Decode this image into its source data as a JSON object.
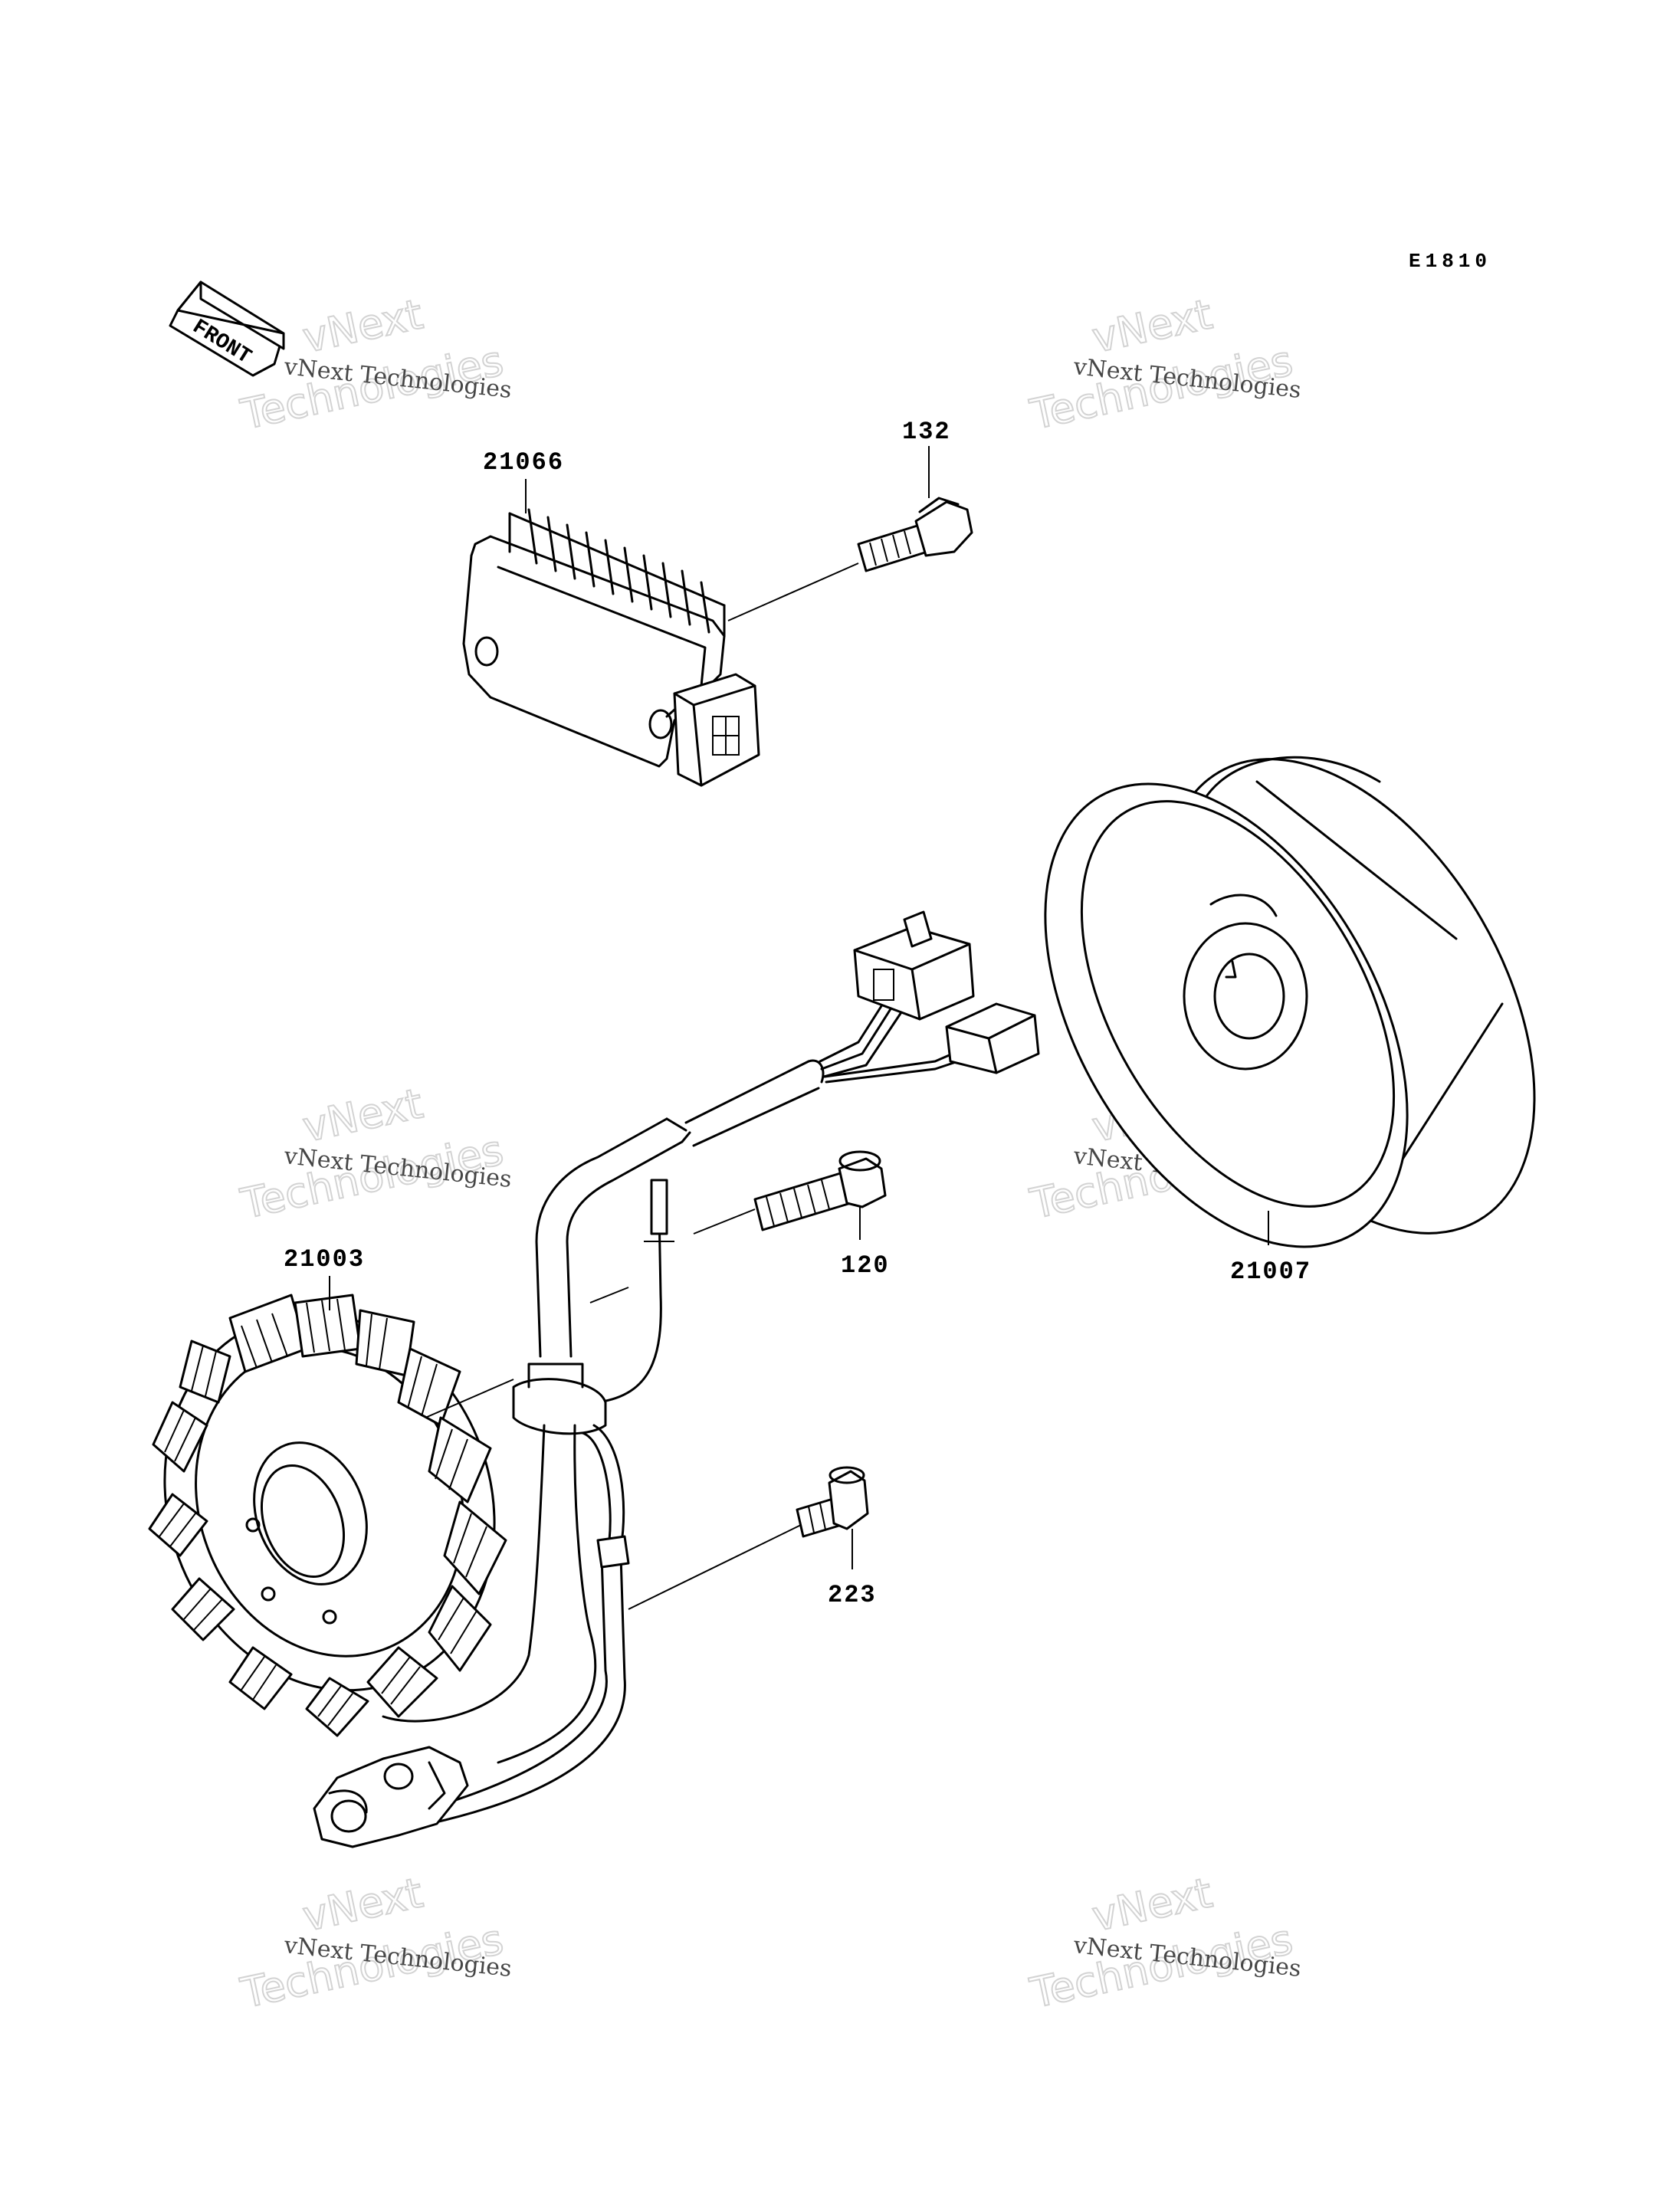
{
  "diagram_code": "E1810",
  "front_label": "FRONT",
  "parts": [
    {
      "id": "21066"
    },
    {
      "id": "132"
    },
    {
      "id": "21003"
    },
    {
      "id": "120"
    },
    {
      "id": "21007"
    },
    {
      "id": "223"
    }
  ],
  "watermark": {
    "line1": "vNext Technologies",
    "line2": "vNext",
    "line3": "Technologies"
  }
}
